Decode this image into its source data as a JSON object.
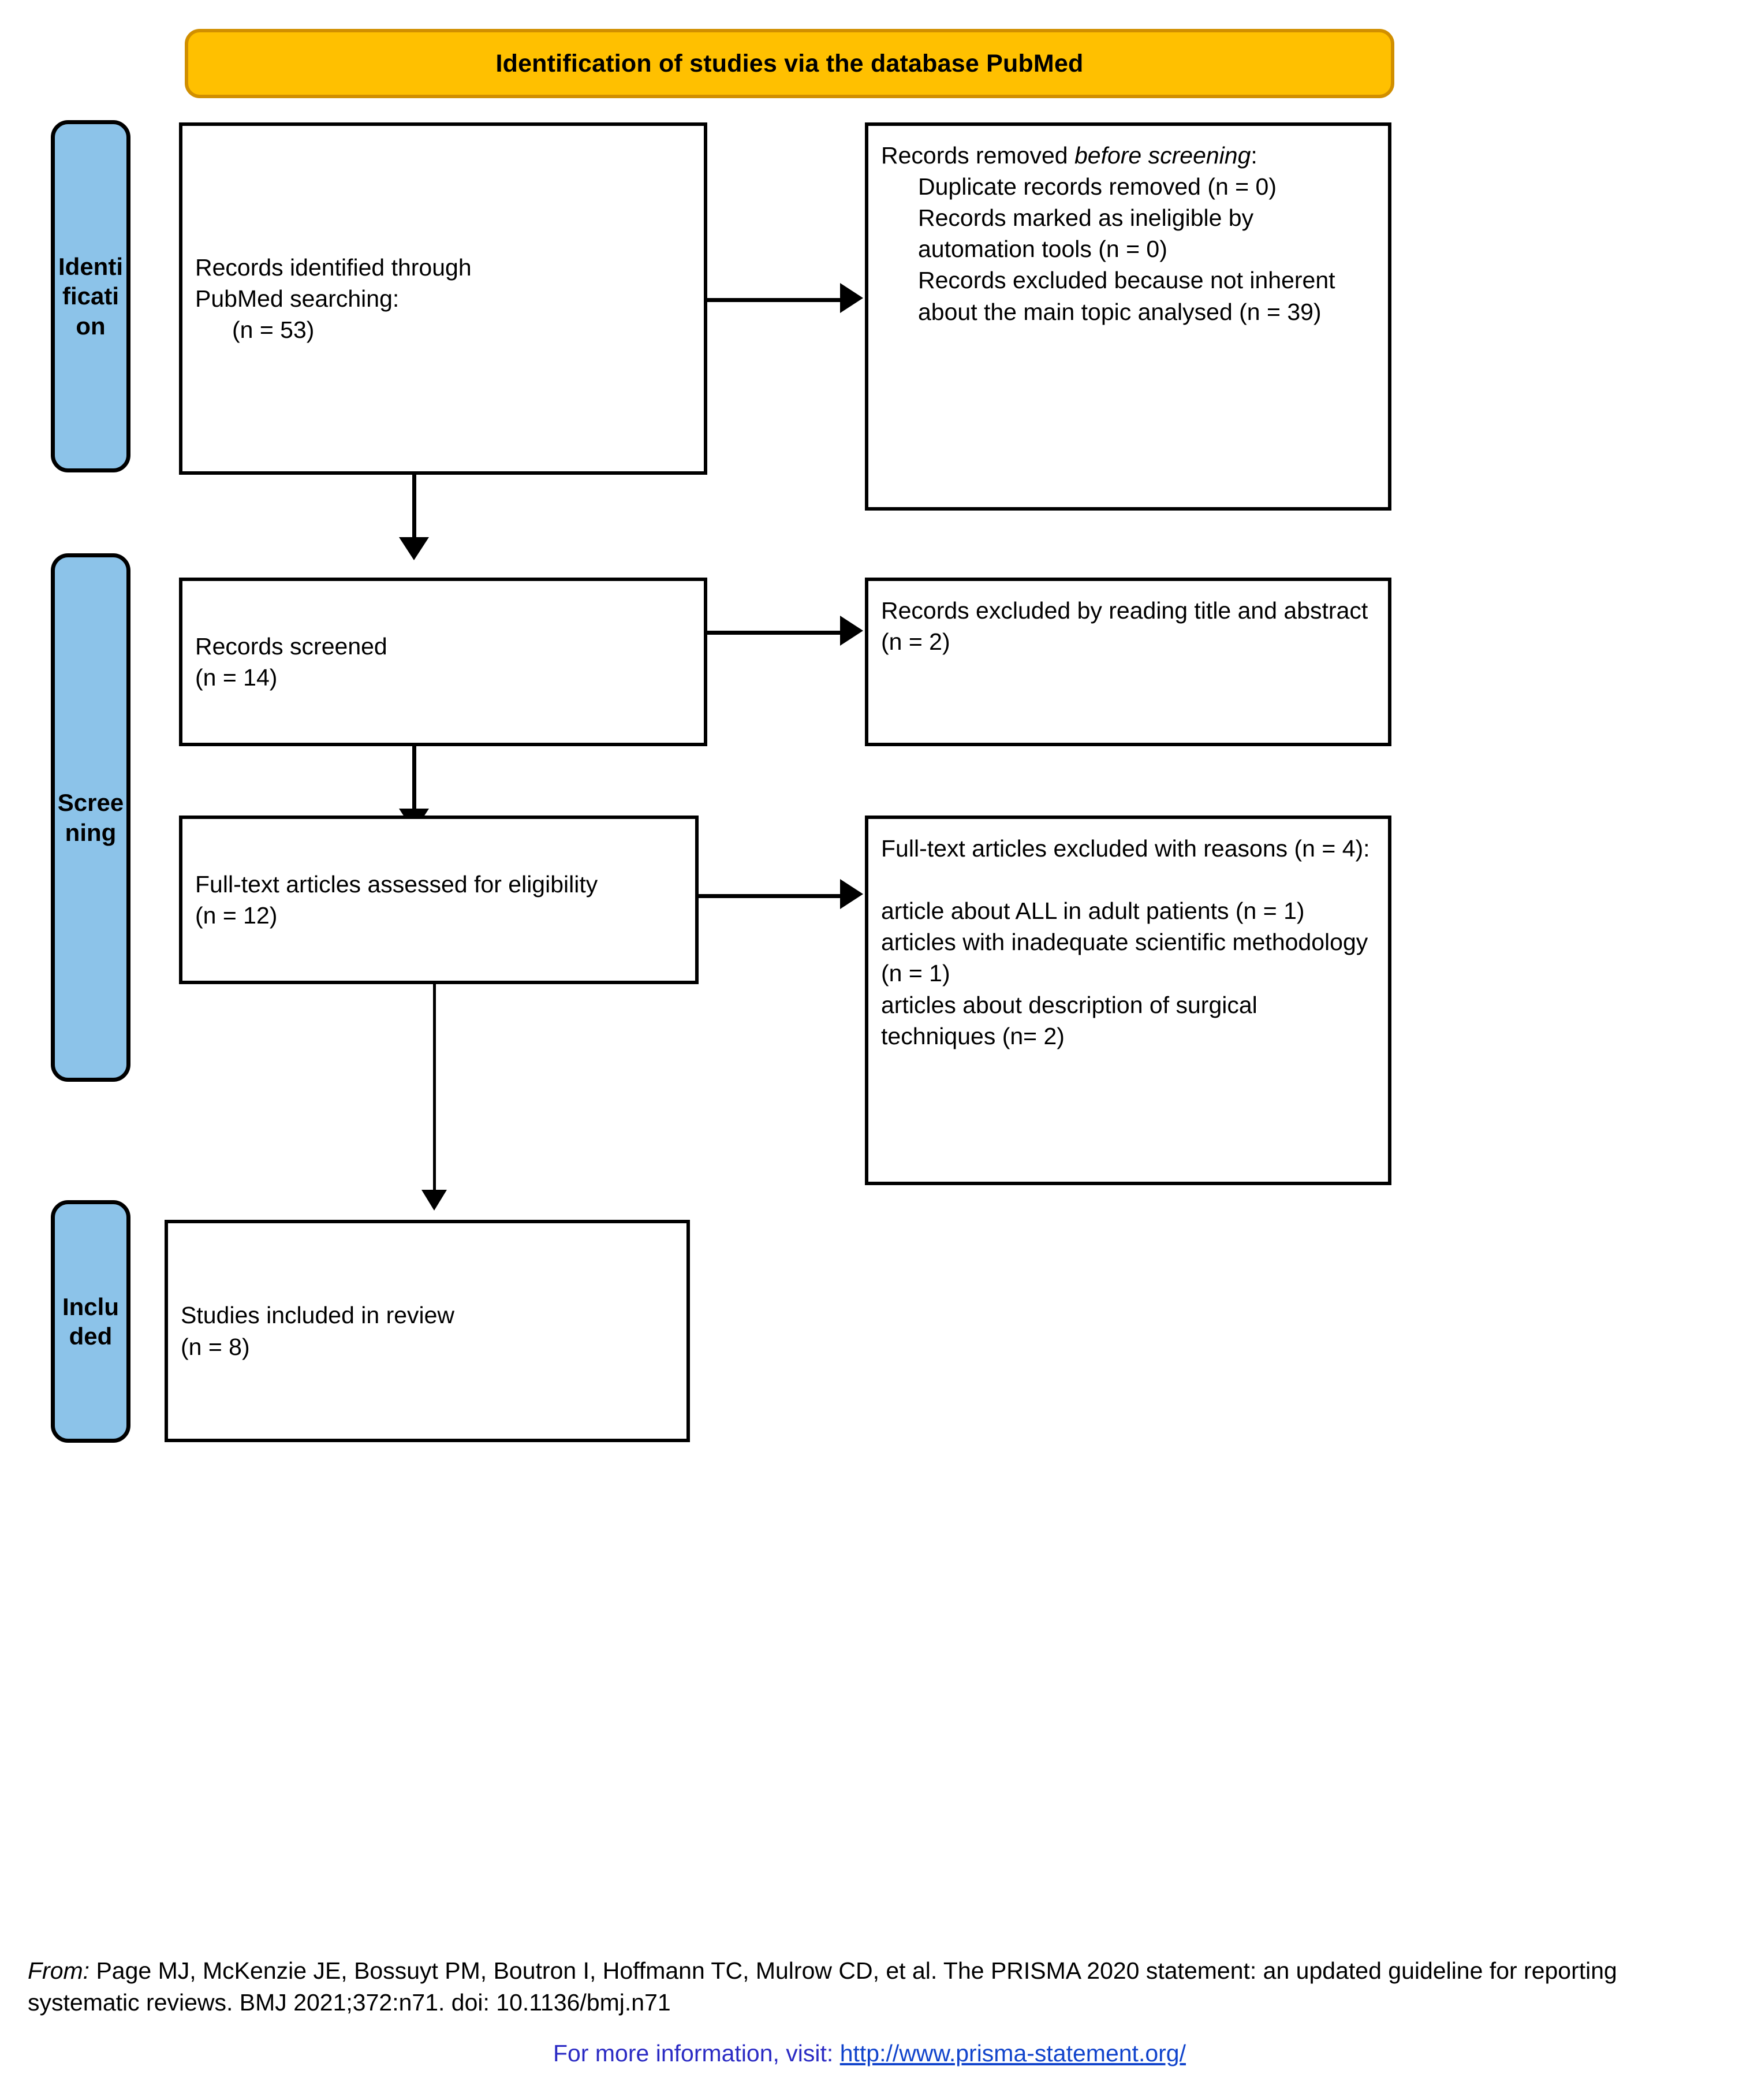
{
  "header": {
    "title": "Identification of studies via the database PubMed"
  },
  "phases": [
    {
      "id": "identification",
      "label": "Identification"
    },
    {
      "id": "screening",
      "label": "Screening"
    },
    {
      "id": "included",
      "label": "Included"
    }
  ],
  "boxes": {
    "records_identified": {
      "line1": "Records identified through",
      "line2": "PubMed searching:",
      "line3": "(n = 53)"
    },
    "records_removed": {
      "lead_plain": "Records removed ",
      "lead_italic": "before screening",
      "lead_colon": ":",
      "item1": "Duplicate records removed (n = 0)",
      "item2": "Records marked as ineligible by automation tools (n = 0)",
      "item3": "Records excluded because not inherent about the main topic analysed (n = 39)"
    },
    "records_screened": {
      "line1": "Records screened",
      "line2": "(n = 14)"
    },
    "records_excluded": {
      "line1": "Records excluded by reading title and abstract",
      "line2": "(n = 2)"
    },
    "fulltext_assessed": {
      "line1": "Full-text articles assessed for eligibility",
      "line2": "(n = 12)"
    },
    "fulltext_excluded": {
      "line1": "Full-text articles excluded with reasons (n = 4):",
      "line2": "article about ALL in adult patients (n = 1)",
      "line3": "articles with inadequate scientific methodology (n = 1)",
      "line4": "articles about description of surgical techniques (n= 2)"
    },
    "studies_included": {
      "line1": "Studies included in review",
      "line2": "(n = 8)"
    }
  },
  "footer": {
    "from_label": "From:",
    "citation": "Page MJ, McKenzie JE, Bossuyt PM, Boutron I, Hoffmann TC, Mulrow CD, et al. The PRISMA 2020 statement: an updated guideline for reporting systematic reviews. BMJ 2021;372:n71. doi: 10.1136/bmj.n71",
    "more_info_label": "For more information, visit:",
    "url": "http://www.prisma-statement.org/"
  },
  "colors": {
    "header_fill": "#FFC000",
    "header_border": "#D18F00",
    "phase_fill": "#8CC3E9",
    "line": "#000000",
    "link": "#1144CC"
  }
}
